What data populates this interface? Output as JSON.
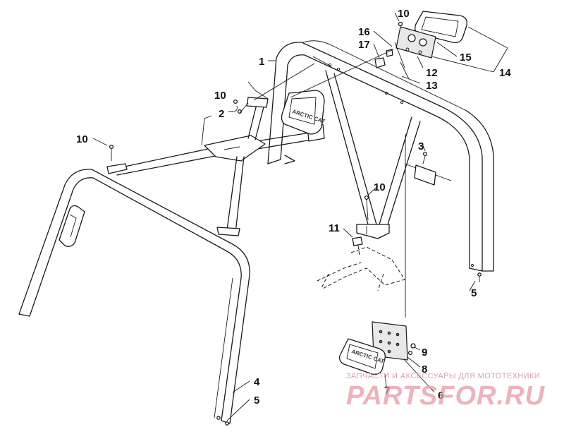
{
  "diagram": {
    "callouts": {
      "c1": "1",
      "c2": "2",
      "c3": "3",
      "c4": "4",
      "c5a": "5",
      "c5b": "5",
      "c6": "6",
      "c7": "7",
      "c8": "8",
      "c9": "9",
      "c10a": "10",
      "c10b": "10",
      "c10c": "10",
      "c10d": "10",
      "c11": "11",
      "c12": "12",
      "c13": "13",
      "c14": "14",
      "c15": "15",
      "c16": "16",
      "c17": "17"
    },
    "light_logo": "ARCTIC CAT",
    "plate_logo": "ARCTIC CAT"
  },
  "watermark": {
    "tagline": "ЗАПЧАСТИ И АКСЕССУАРЫ ДЛЯ МОТОТЕХНИКИ",
    "logo": "PARTSFOR.RU"
  }
}
